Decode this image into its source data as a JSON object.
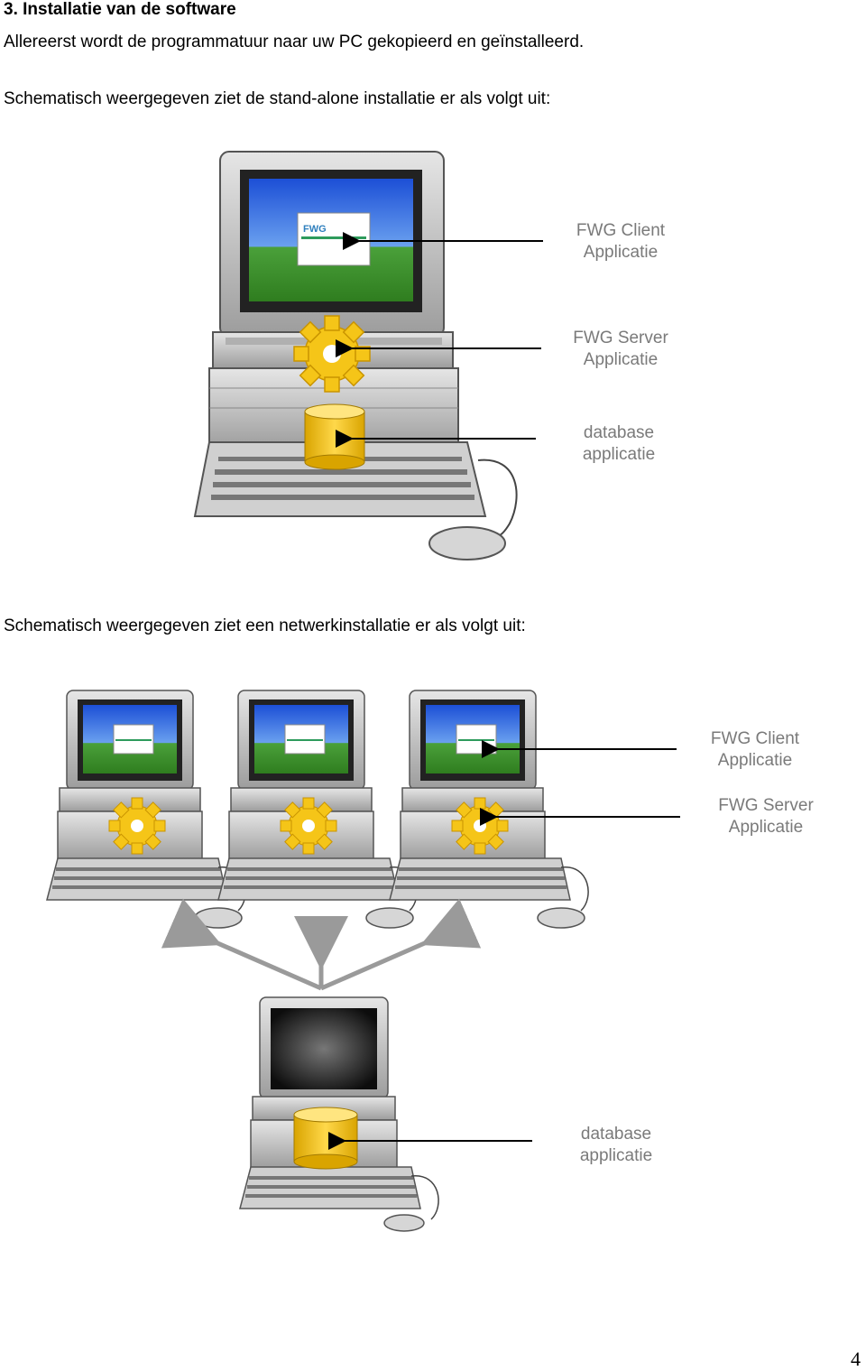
{
  "heading": "3. Installatie van de software",
  "intro": "Allereerst wordt de programmatuur naar uw PC gekopieerd en geïnstalleerd.",
  "standalone_text": "Schematisch weergegeven ziet de stand-alone installatie er als volgt uit:",
  "network_text": "Schematisch weergegeven ziet een netwerkinstallatie er als volgt uit:",
  "figure1": {
    "client_label_1": "FWG Client",
    "client_label_2": "Applicatie",
    "server_label_1": "FWG Server",
    "server_label_2": "Applicatie",
    "db_label_1": "database",
    "db_label_2": "applicatie",
    "app_logo": "FWG"
  },
  "figure2": {
    "client_label_1": "FWG Client",
    "client_label_2": "Applicatie",
    "server_label_1": "FWG Server",
    "server_label_2": "Applicatie",
    "db_label_1": "database",
    "db_label_2": "applicatie"
  },
  "page_number": "4",
  "colors": {
    "gear": "#f5c518",
    "database": "#f2c21a",
    "computer": "#c8c8c8",
    "sky": "#2a5fd0",
    "grass": "#3f8f2a"
  }
}
